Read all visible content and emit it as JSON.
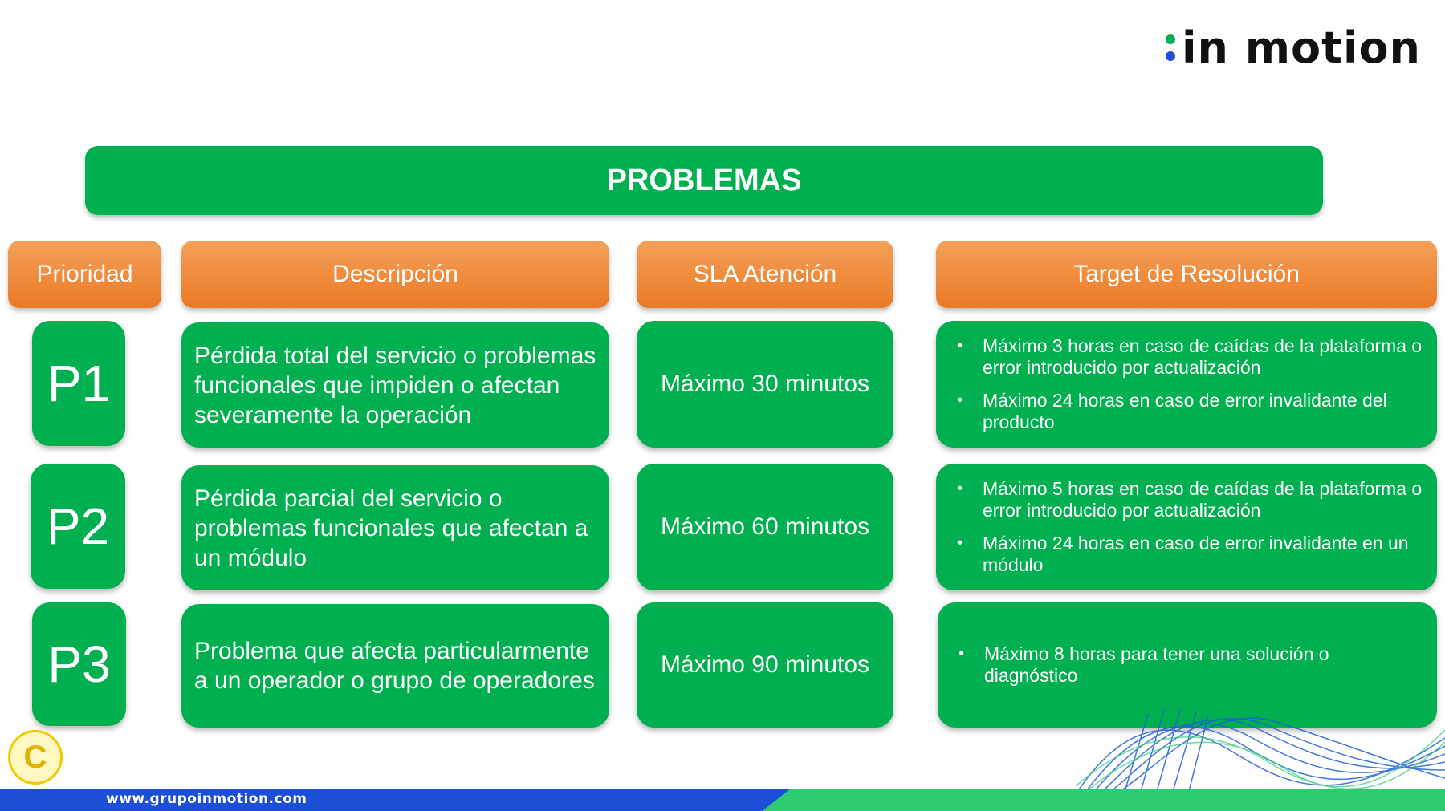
{
  "brand": {
    "logo_text": "in motion",
    "dot_top_color": "#00b050",
    "dot_bottom_color": "#1f4fd8",
    "website": "www.grupoinmotion.com"
  },
  "banner": {
    "title": "PROBLEMAS"
  },
  "headers": {
    "prioridad": "Prioridad",
    "descripcion": "Descripción",
    "sla": "SLA Atención",
    "target": "Target de Resolución"
  },
  "rows": [
    {
      "priority": "P1",
      "description": "Pérdida total del servicio o problemas funcionales que impiden o afectan severamente la operación",
      "sla": "Máximo 30 minutos",
      "targets": [
        "Máximo 3 horas en caso de caídas de la plataforma o error introducido por actualización",
        "Máximo 24 horas en caso de error invalidante del producto"
      ]
    },
    {
      "priority": "P2",
      "description": "Pérdida parcial del servicio o problemas funcionales que afectan a un módulo",
      "sla": "Máximo 60 minutos",
      "targets": [
        "Máximo 5 horas en caso de caídas de la plataforma o error introducido por actualización",
        "Máximo 24 horas en caso de error invalidante en un módulo"
      ]
    },
    {
      "priority": "P3",
      "description": "Problema que afecta particularmente a un operador o grupo de operadores",
      "sla": "Máximo 90 minutos",
      "targets": [
        "Máximo 8 horas para tener una solución o diagnóstico"
      ]
    }
  ],
  "colors": {
    "green": "#00b050",
    "orange_top": "#f5a05a",
    "orange_bottom": "#ea7a24",
    "footer_blue": "#1d4ed8",
    "footer_green": "#2ecc71"
  },
  "icons": {
    "coin": "copyright-coin-icon",
    "bullet": "•"
  }
}
